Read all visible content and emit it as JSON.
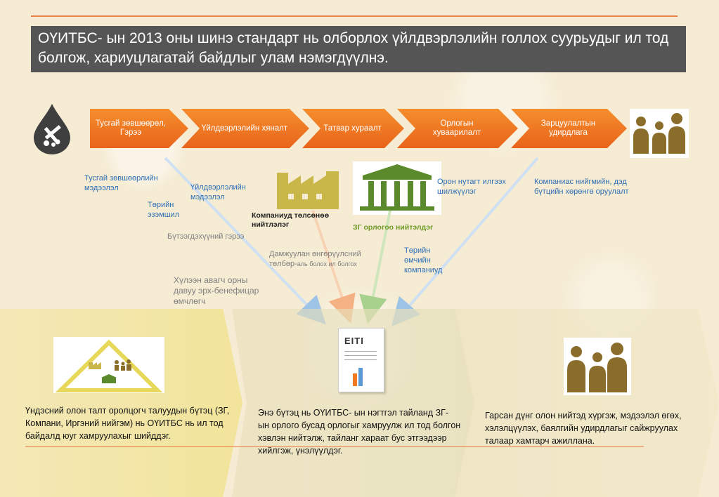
{
  "title": "ОҮИТБС- ын 2013 оны шинэ стандарт нь олборлох үйлдвэрлэлийн голлох суурьудыг ил тод болгож, хариуцлагатай байдлыг улам нэмэгдүүлнэ.",
  "process_steps": [
    {
      "label": "Тусгай зөвшөөрөл, Гэрээ"
    },
    {
      "label": "Үйлдвэрлэлийн хяналт"
    },
    {
      "label": "Татвар хураалт"
    },
    {
      "label": "Орлогын хуваарилалт"
    },
    {
      "label": "Зарцуулалтын удирдлага"
    }
  ],
  "labels": {
    "license_info": "Тусгай зөвшөөрлийн мэдээлэл",
    "state_ownership": "Төрийн эзэмшил",
    "production_info": "Үйлдвэрлэлийн мэдээлэл",
    "production_sharing": "Бүтээгдэхүүний гэрээ",
    "beneficial_ownership": "Хүлээн авагч орны давуу эрх-бенефицар өмчлөгч",
    "transit_payments": "Дамжуулан өнгөрүүлсний төлбөр-",
    "transit_payments_small": "аль болох ил болгох",
    "company_payments": "Компаниуд төлсөнөө нийтлэлэг",
    "gov_revenue": "ЗГ орлогоо нийтэлдэг",
    "local_transfers": "Орон нутагт илгээх шилжүүлэг",
    "state_companies": "Төрийн өмчийн компаниуд",
    "social_contrib": "Компаниас нийгмийн, дэд бүтцийн хөрөнгө оруулалт"
  },
  "eiti_logo": "EITI",
  "panels": {
    "left": "Үндэсний олон талт оролцогч талуудын бүтэц (ЗГ, Компани, Иргэний нийгэм) нь ОҮИТБС нь ил тод байдалд юуг хамруулахыг шийддэг.",
    "middle": "Энэ бүтэц нь ОҮИТБС- ын нэгтгэл тайланд ЗГ- ын орлого бусад орлогыг хамруулж ил тод болгон хэвлэн нийтэлж, тайланг хараат бус этгээдээр хийлгэж, үнэлүүлдэг.",
    "right": "Гарсан дүнг олон нийтэд хүргэж, мэдээлэл өгөх, хэлэлцүүлэх, баялгийн удирдлагыг сайжруулах талаар хамтарч ажиллана."
  },
  "colors": {
    "arrow": "#f07a22",
    "title_bg": "#555555",
    "accent_line": "#e8814a",
    "olive": "#8b6d2b",
    "factory": "#c9b74a",
    "building": "#5b8a2d"
  }
}
